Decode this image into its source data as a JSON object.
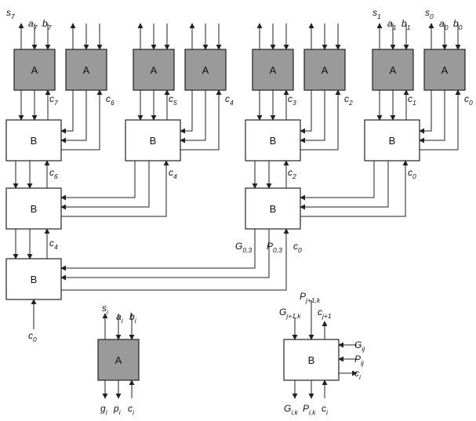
{
  "box_labels": {
    "adder": "A",
    "carry": "B"
  },
  "top_outputs": {
    "s7": {
      "base": "s",
      "sub": "7"
    },
    "s1": {
      "base": "s",
      "sub": "1"
    },
    "s0": {
      "base": "s",
      "sub": "0"
    }
  },
  "top_inputs": {
    "a7": {
      "base": "a",
      "sub": "7"
    },
    "b7": {
      "base": "b",
      "sub": "7"
    },
    "a1": {
      "base": "a",
      "sub": "1"
    },
    "b1": {
      "base": "b",
      "sub": "1"
    },
    "a0": {
      "base": "a",
      "sub": "0"
    },
    "b0": {
      "base": "b",
      "sub": "0"
    }
  },
  "carry_labels_row1": {
    "c7": {
      "base": "c",
      "sub": "7"
    },
    "c6": {
      "base": "c",
      "sub": "6"
    },
    "c5": {
      "base": "c",
      "sub": "5"
    },
    "c4": {
      "base": "c",
      "sub": "4"
    },
    "c3": {
      "base": "c",
      "sub": "3"
    },
    "c2": {
      "base": "c",
      "sub": "2"
    },
    "c1": {
      "base": "c",
      "sub": "1"
    },
    "c0": {
      "base": "c",
      "sub": "0"
    }
  },
  "carry_labels_row2": {
    "c6": {
      "base": "c",
      "sub": "6"
    },
    "c4": {
      "base": "c",
      "sub": "4"
    },
    "c2": {
      "base": "c",
      "sub": "2"
    },
    "c0": {
      "base": "c",
      "sub": "0"
    }
  },
  "carry_labels_row3": {
    "c4": {
      "base": "c",
      "sub": "4"
    },
    "G03": {
      "base": "G",
      "sub": "0,3"
    },
    "P03": {
      "base": "P",
      "sub": "0,3"
    },
    "c0": {
      "base": "c",
      "sub": "0"
    }
  },
  "bottom_input": {
    "base": "c",
    "sub": "0"
  },
  "legend_a": {
    "si": {
      "base": "s",
      "sub": "i"
    },
    "ai": {
      "base": "a",
      "sub": "i"
    },
    "bi": {
      "base": "b",
      "sub": "i"
    },
    "gi": {
      "base": "g",
      "sub": "i"
    },
    "pi": {
      "base": "p",
      "sub": "i"
    },
    "ci": {
      "base": "c",
      "sub": "i"
    }
  },
  "legend_b": {
    "Pj1k": {
      "base": "P",
      "sub": "j+1,k"
    },
    "Gj1k": {
      "base": "G",
      "sub": "j+1,k"
    },
    "cj1": {
      "base": "c",
      "sub": "j+1"
    },
    "Gij": {
      "base": "G",
      "sub": "ij"
    },
    "Pij": {
      "base": "P",
      "sub": "ij"
    },
    "ci": {
      "base": "c",
      "sub": "i"
    },
    "Gik": {
      "base": "G",
      "sub": "i,k"
    },
    "Pik": {
      "base": "P",
      "sub": "i,k"
    },
    "ci_out": {
      "base": "c",
      "sub": "i"
    }
  }
}
